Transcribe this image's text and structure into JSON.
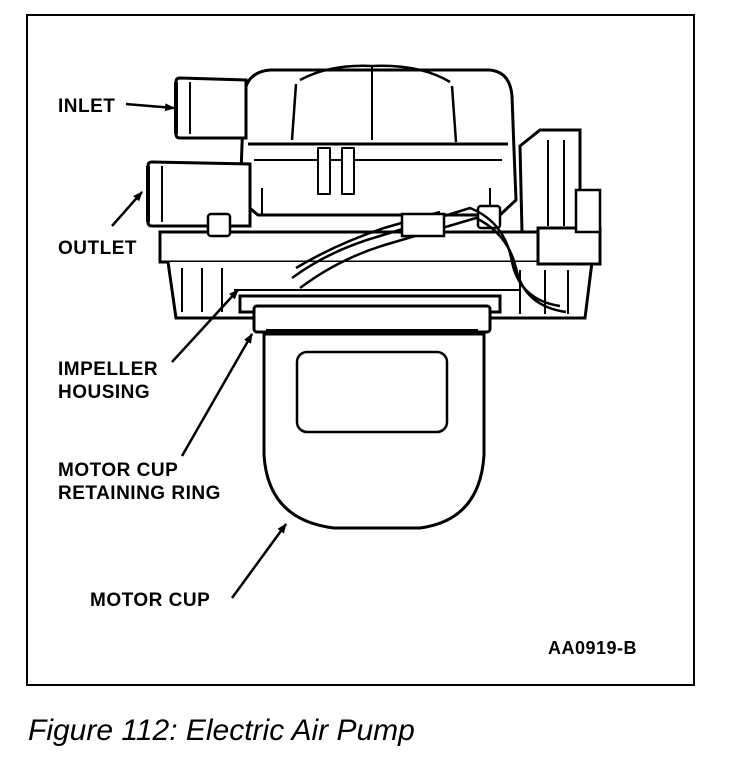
{
  "labels": {
    "inlet": "INLET",
    "outlet": "OUTLET",
    "impeller_housing_line1": "IMPELLER",
    "impeller_housing_line2": "HOUSING",
    "retaining_ring_line1": "MOTOR CUP",
    "retaining_ring_line2": "RETAINING RING",
    "motor_cup": "MOTOR CUP"
  },
  "figure_code": "AA0919-B",
  "caption": "Figure 112: Electric Air Pump"
}
